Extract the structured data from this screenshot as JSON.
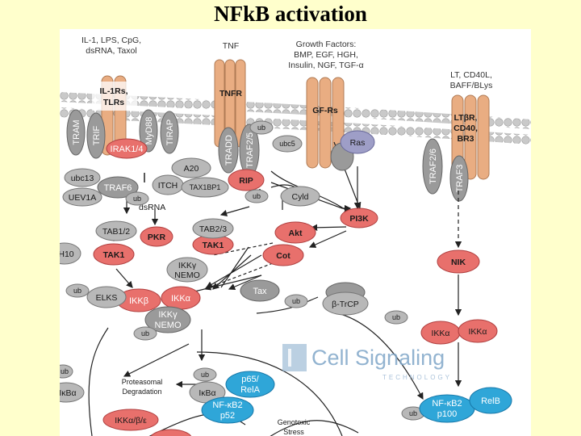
{
  "title": "NFkB activation",
  "headers": {
    "il1": [
      "IL-1, LPS, CpG,",
      "dsRNA, Taxol"
    ],
    "tnf": "TNF",
    "growth": [
      "Growth Factors:",
      "BMP, EGF, HGH,",
      "Insulin, NGF, TGF-α"
    ],
    "lt": [
      "LT, CD40L,",
      "BAFF/BLys"
    ]
  },
  "receptors": {
    "il1r": [
      "IL-1Rs,",
      "TLRs"
    ],
    "tnfr": "TNFR",
    "gfr": "GF-Rs",
    "ltbr": [
      "LTβR,",
      "CD40,",
      "BR3"
    ]
  },
  "adaptors": {
    "tram": "TRAM",
    "trif": "TRIF",
    "myd88": "MyD88",
    "tirap": "TIRAP",
    "tradd": "TRADD",
    "traf25": "TRAF2/5",
    "traf26": "TRAF2/6",
    "traf3": "TRAF3"
  },
  "nodes": {
    "irak": "IRAK1/4",
    "ubc5": "ubc5",
    "ras": "Ras",
    "ubc13": "ubc13",
    "uev1a": "UEV1A",
    "traf6": "TRAF6",
    "a20": "A20",
    "itch": "ITCH",
    "tax1bp1": "TAX1BP1",
    "rip": "RIP",
    "cyld": "Cyld",
    "dsrna": "dsRNA",
    "pi3k": "PI3K",
    "tab12": "TAB1/2",
    "pkr": "PKR",
    "tab23": "TAB2/3",
    "tak1a": "TAK1",
    "tak1b": "TAK1",
    "akt": "Akt",
    "cot": "Cot",
    "nik": "NIK",
    "edge_h10": "H10",
    "ikkg_nemo_top": [
      "IKKγ",
      "NEMO"
    ],
    "tax": "Tax",
    "elks": "ELKS",
    "ikkb": "IKKβ",
    "ikka": "IKKα",
    "btrcp": "β-TrCP",
    "ikkg_nemo": [
      "IKKγ",
      "NEMO"
    ],
    "ikka2a": "IKKα",
    "ikka2b": "IKKα",
    "proteasomal": [
      "Proteasomal",
      "Degradation"
    ],
    "edge_ikba": "IκBα",
    "ikba": "IκBα",
    "p65": [
      "p65/",
      "RelA"
    ],
    "nfkb2": [
      "NF-κB2",
      "p52"
    ],
    "nfkb2_p100": [
      "NF-κB2",
      "p100"
    ],
    "relb": "RelB",
    "ikkabe": "IKKα/β/ε",
    "genotoxic": [
      "Genotoxic",
      "Stress"
    ],
    "ub": "ub"
  },
  "watermark": {
    "main": "Cell Signaling",
    "sub": "TECHNOLOGY"
  },
  "colors": {
    "background": "#ffffcc",
    "receptor": "#e9ad82",
    "red": "#e8706c",
    "gray": "#9a9a9a",
    "blue": "#2fa6d8",
    "ras": "#9e9ec7"
  }
}
